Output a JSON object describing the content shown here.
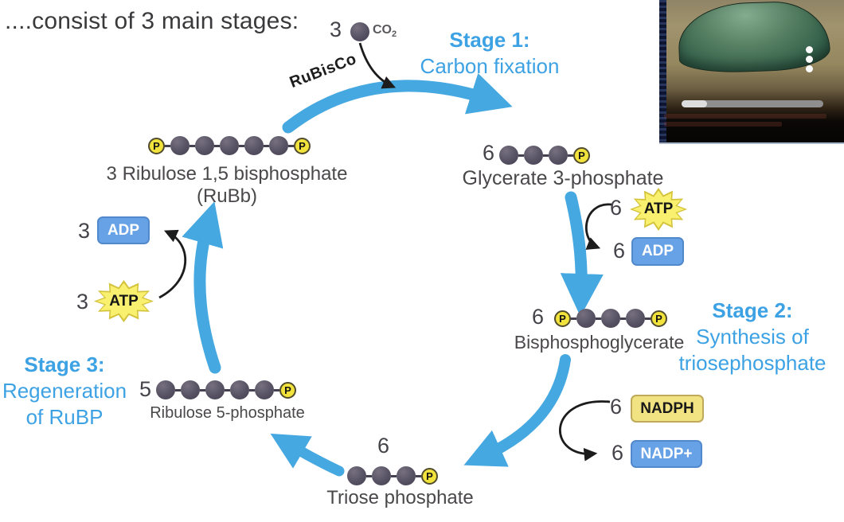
{
  "palette": {
    "arrow_blue": "#45a8e1",
    "stage_blue": "#3da2e4",
    "carbon_dark": "#54505e",
    "phosphate_yellow": "#f2e23c",
    "atp_yellow": "#f8f06e",
    "adp_blue": "#68a2e6",
    "nadph_yellow": "#f1e381",
    "text_dark": "#3f3e40"
  },
  "title": "....consist of 3 main stages:",
  "co2": {
    "count": "3",
    "formula": "CO",
    "subscript": "2"
  },
  "enzyme_label": "RuBisCo",
  "stages": {
    "stage1": {
      "name": "Stage 1:",
      "line1": "Carbon fixation"
    },
    "stage2": {
      "name": "Stage 2:",
      "line1": "Synthesis of",
      "line2": "triosephosphate"
    },
    "stage3": {
      "name": "Stage 3:",
      "line1": "Regeneration",
      "line2": "of RuBP"
    }
  },
  "molecules": {
    "rubp": {
      "carbons": 5,
      "p_left": true,
      "p_right": true,
      "label": "3 Ribulose 1,5 bisphosphate",
      "sublabel": "(RuBb)"
    },
    "glycerate": {
      "count": "6",
      "carbons": 3,
      "p_left": false,
      "p_right": true,
      "label": "Glycerate 3-phosphate"
    },
    "bpg": {
      "count": "6",
      "carbons": 3,
      "p_left": true,
      "p_right": true,
      "label": "Bisphosphoglycerate"
    },
    "triose": {
      "count": "6",
      "carbons": 3,
      "p_left": false,
      "p_right": true,
      "label": "Triose phosphate"
    },
    "r5p": {
      "count": "5",
      "carbons": 5,
      "p_left": false,
      "p_right": true,
      "label": "Ribulose 5-phosphate"
    }
  },
  "cofactors": {
    "atp_right": {
      "count": "6",
      "label": "ATP"
    },
    "adp_right": {
      "count": "6",
      "label": "ADP"
    },
    "nadph": {
      "count": "6",
      "label": "NADPH"
    },
    "nadp_plus": {
      "count": "6",
      "label": "NADP+"
    },
    "adp_left": {
      "count": "3",
      "label": "ADP"
    },
    "atp_left": {
      "count": "3",
      "label": "ATP"
    }
  },
  "video_player": {
    "progress_percent": 18,
    "menu_icon": "kebab-menu-icon"
  }
}
